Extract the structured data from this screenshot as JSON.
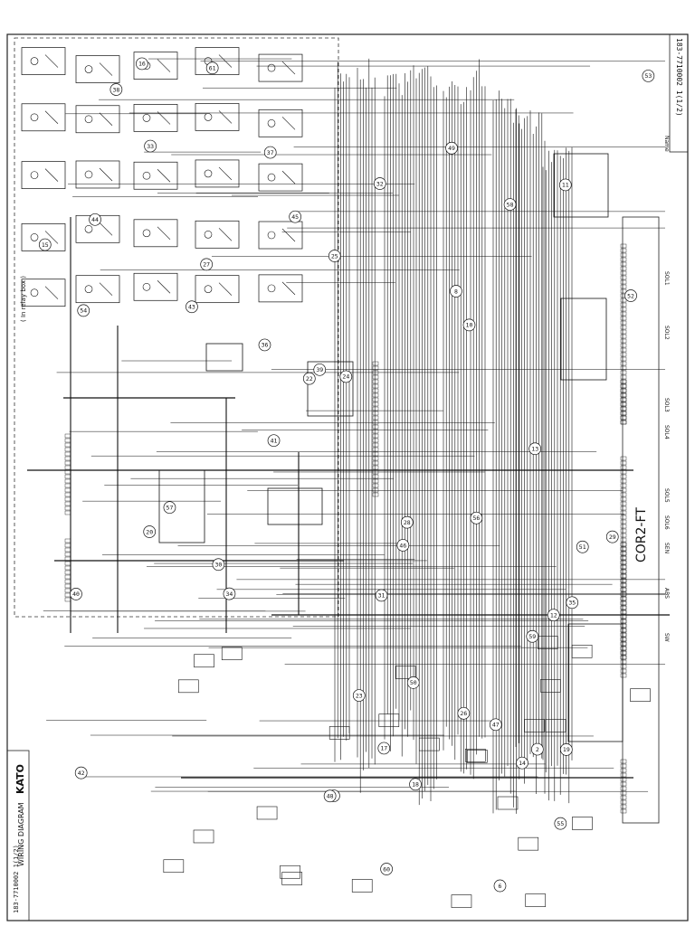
{
  "title_block": {
    "drawing_title": "WIRING DIAGRAM",
    "drawing_number": "183-7710002 1(1/2)",
    "logo": "KATO"
  },
  "header_drawing_number": "183-7710002 1(1/2)",
  "controller_label": "COR2-FT",
  "box_note": "( In relay box )",
  "rotated_labels": [
    "Name",
    "SOL1",
    "SOL2",
    "SOL3",
    "SOL4",
    "SOL5",
    "SOL6",
    "SEN",
    "ABS",
    "SW"
  ],
  "callouts": [
    "1",
    "2",
    "6",
    "8",
    "10",
    "11",
    "12",
    "13",
    "14",
    "15",
    "16",
    "17",
    "18",
    "19",
    "20",
    "22",
    "23",
    "24",
    "25",
    "26",
    "27",
    "28",
    "29",
    "30",
    "31",
    "32",
    "33",
    "34",
    "35",
    "36",
    "37",
    "38",
    "39",
    "40",
    "41",
    "42",
    "43",
    "44",
    "45",
    "46",
    "47",
    "48",
    "49",
    "50",
    "51",
    "52",
    "53",
    "54",
    "55",
    "56",
    "57",
    "58",
    "59",
    "60",
    "61"
  ],
  "colors": {
    "ink": "#111111",
    "paper": "#ffffff",
    "grid": "#555555"
  }
}
